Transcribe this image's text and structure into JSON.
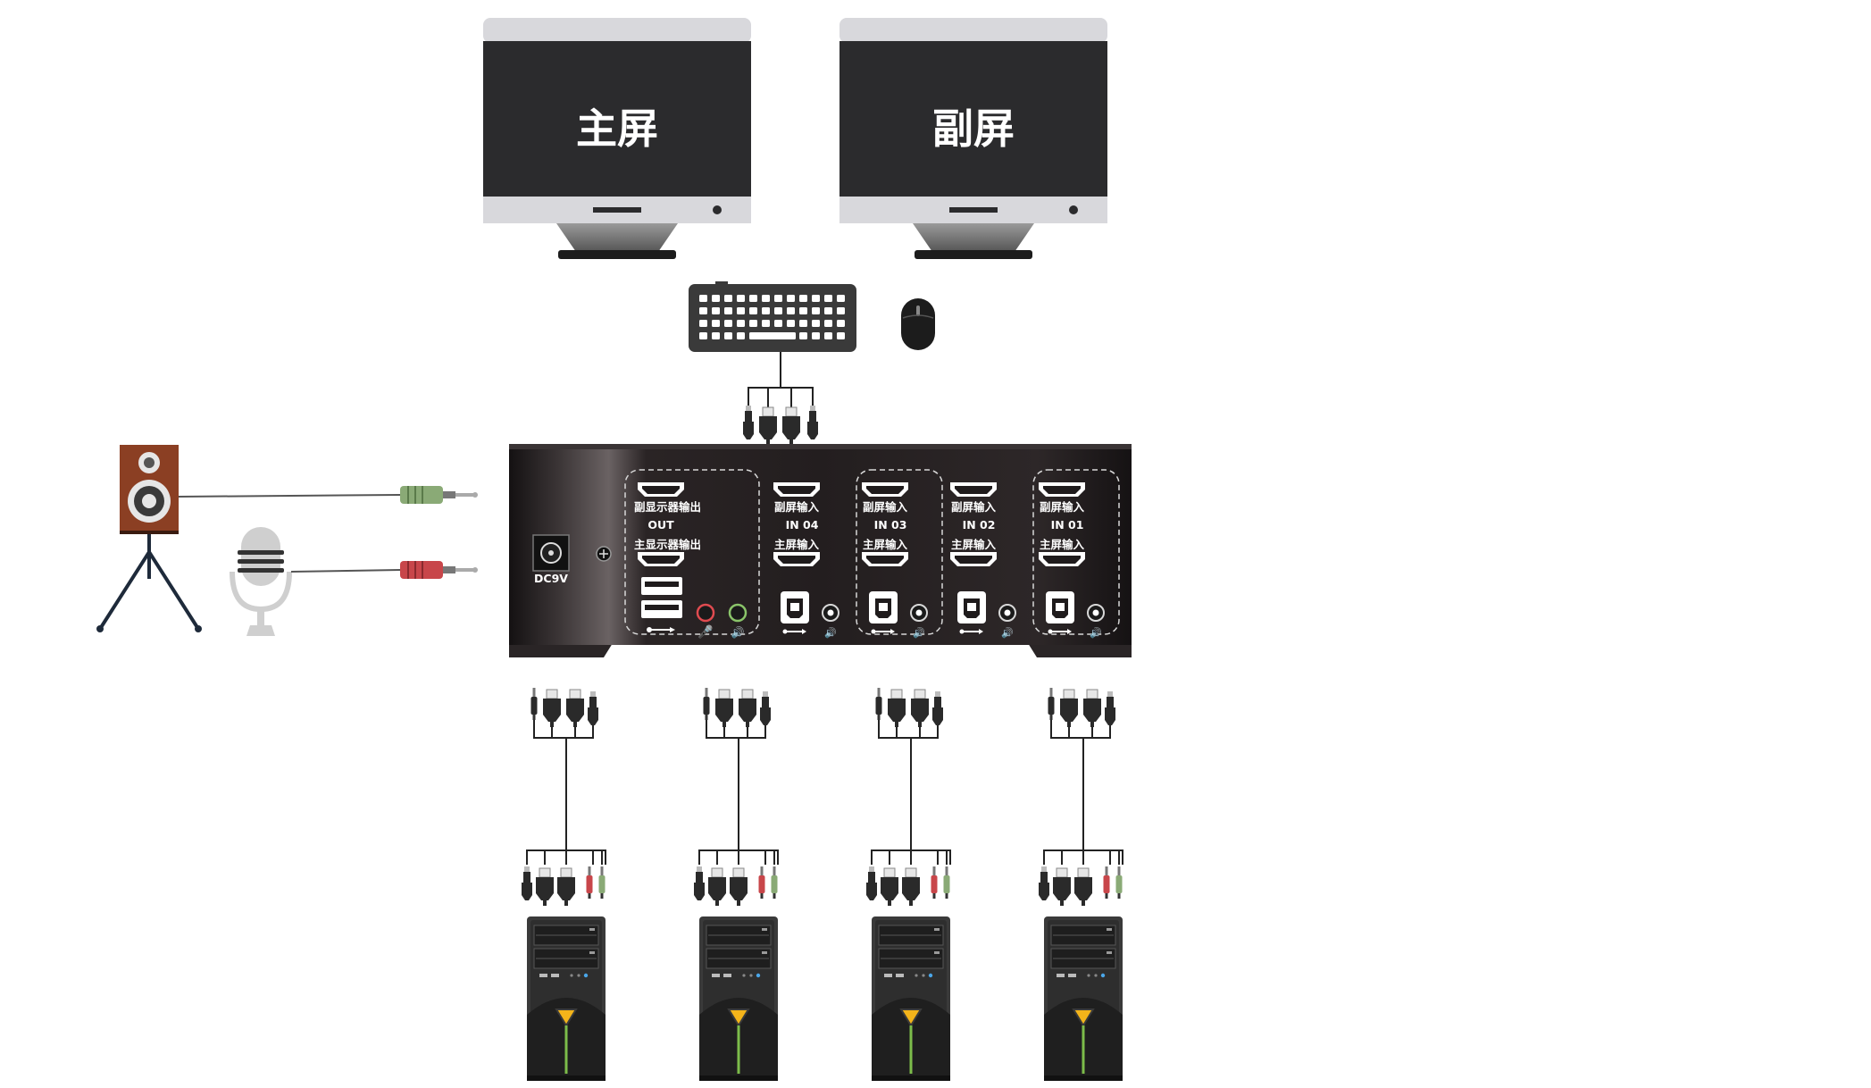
{
  "monitors": {
    "primary_label": "主屏",
    "secondary_label": "副屏"
  },
  "kvm": {
    "power_label": "DC9V",
    "out_top_label": "副显示器输出",
    "out_mid_label": "OUT",
    "out_bottom_label": "主显示器输出",
    "ports": [
      {
        "top_label": "副屏输入",
        "id_label": "IN 04",
        "bottom_label": "主屏输入"
      },
      {
        "top_label": "副屏输入",
        "id_label": "IN 03",
        "bottom_label": "主屏输入"
      },
      {
        "top_label": "副屏输入",
        "id_label": "IN 02",
        "bottom_label": "主屏输入"
      },
      {
        "top_label": "副屏输入",
        "id_label": "IN 01",
        "bottom_label": "主屏输入"
      }
    ],
    "mic_symbol": "🎤",
    "audio_symbol": "🔊"
  },
  "colors": {
    "screen": "#2b2b2d",
    "bezel": "#d8d8dc",
    "kvm_body": "#1f1b1c",
    "speaker_wood": "#8b3f23",
    "mic_plug": "#c8464a",
    "speaker_plug": "#8aaa76",
    "pc_accent": "#f4b41a",
    "pc_stripe": "#7cbc4a"
  },
  "icons": [
    "monitor-icon",
    "keyboard-icon",
    "mouse-icon",
    "speaker-icon",
    "microphone-icon",
    "usb-icon",
    "hdmi-port-icon",
    "pc-tower-icon",
    "audio-plug-icon"
  ]
}
